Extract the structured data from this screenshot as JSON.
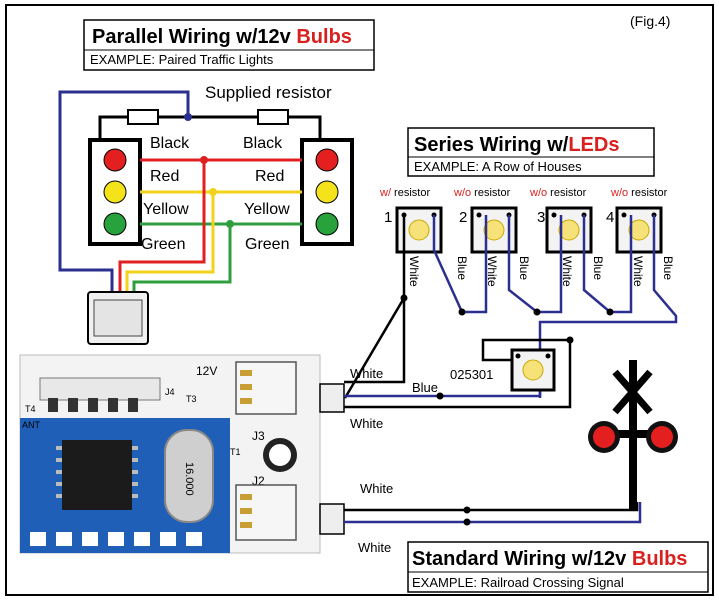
{
  "figure_label": "(Fig.4)",
  "parallel": {
    "title_main": "Parallel Wiring w/12v ",
    "title_accent": "Bulbs",
    "example": "EXAMPLE:  Paired Traffic Lights",
    "resistor_label": "Supplied resistor",
    "wire_labels": {
      "black_left": "Black",
      "black_right": "Black",
      "red_left": "Red",
      "red_right": "Red",
      "yellow_left": "Yellow",
      "yellow_right": "Yellow",
      "green_left": "Green",
      "green_right": "Green"
    }
  },
  "series": {
    "title_main": "Series Wiring w/",
    "title_accent": "LEDs",
    "example": "EXAMPLE:  A Row of Houses",
    "resistor_labels": [
      {
        "prefix": "w/",
        "text": " resistor"
      },
      {
        "prefix": "w/o",
        "text": " resistor"
      },
      {
        "prefix": "w/o",
        "text": " resistor"
      },
      {
        "prefix": "w/o",
        "text": " resistor"
      }
    ],
    "led_numbers": [
      "1",
      "2",
      "3",
      "4"
    ],
    "vertical_labels": [
      "White",
      "Blue",
      "White",
      "Blue",
      "White",
      "Blue",
      "White",
      "Blue"
    ],
    "white_top": "White",
    "blue_label": "Blue",
    "white_bottom": "White",
    "part_number": "025301"
  },
  "board": {
    "voltage_label": "12V",
    "j3": "J3",
    "j2": "J2",
    "j4": "J4",
    "t3": "T3",
    "t1": "T1",
    "t4": "T4",
    "ant": "ANT",
    "crystal": "16.000"
  },
  "standard": {
    "title_main": "Standard Wiring w/12v ",
    "title_accent": "Bulbs",
    "example": "EXAMPLE:  Railroad Crossing Signal",
    "white_top": "White",
    "white_bottom": "White"
  },
  "colors": {
    "accent_red": "#d9201f",
    "wire_blue": "#2b2f8f",
    "wire_red": "#e02020",
    "wire_yellow": "#f2d21a",
    "wire_green": "#2e9e3e",
    "board_blue": "#1f5fb8"
  }
}
